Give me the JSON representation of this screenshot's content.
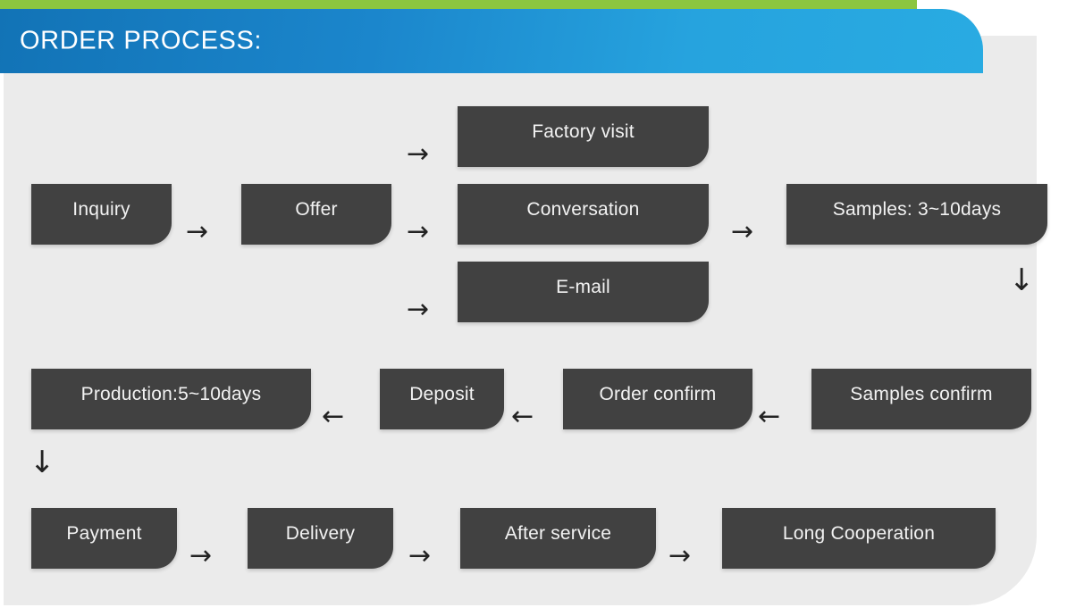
{
  "header": {
    "title": "ORDER PROCESS:",
    "green_bar_color": "#8cc63f",
    "gradient_from": "#1273b6",
    "gradient_to": "#29abe2"
  },
  "panel": {
    "background_color": "#ebebeb",
    "box_color": "#414141",
    "box_text_color": "#f2f2f2"
  },
  "flow": {
    "row1": [
      {
        "label": "Inquiry"
      },
      {
        "label": "Offer"
      },
      {
        "label": "Factory visit"
      },
      {
        "label": "Conversation"
      },
      {
        "label": "E-mail"
      },
      {
        "label": "Samples: 3~10days"
      }
    ],
    "row2": [
      {
        "label": "Production:5~10days"
      },
      {
        "label": "Deposit"
      },
      {
        "label": "Order confirm"
      },
      {
        "label": "Samples confirm"
      }
    ],
    "row3": [
      {
        "label": "Payment"
      },
      {
        "label": "Delivery"
      },
      {
        "label": "After service"
      },
      {
        "label": "Long Cooperation"
      }
    ],
    "arrows": {
      "right": "→",
      "left": "←",
      "down": "↓"
    }
  }
}
